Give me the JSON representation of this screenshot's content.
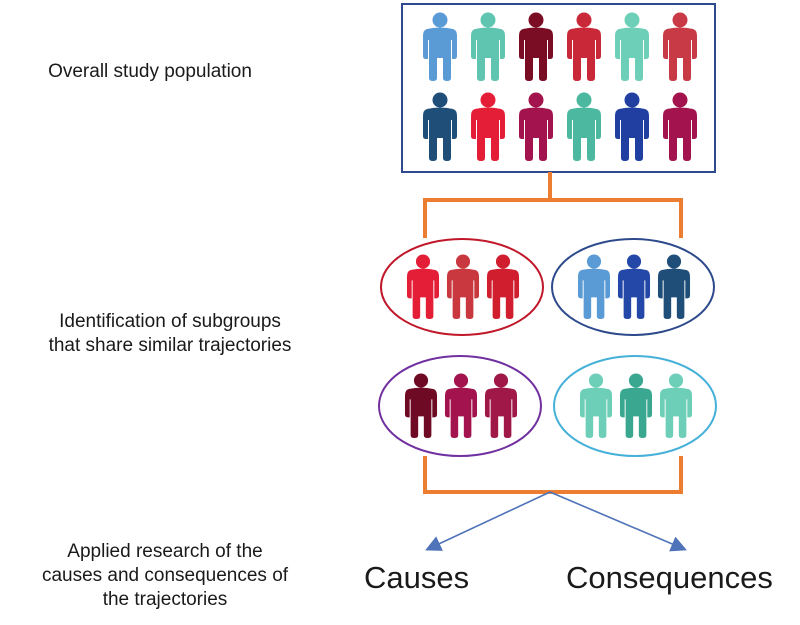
{
  "labels": {
    "population": "Overall study population",
    "subgroups_line1": "Identification of subgroups",
    "subgroups_line2": "that share similar trajectories",
    "applied_line1": "Applied research of the",
    "applied_line2": "causes and consequences of",
    "applied_line3": "the trajectories",
    "causes": "Causes",
    "consequences": "Consequences"
  },
  "colors": {
    "population_box_border": "#2e4a8c",
    "connector": "#ed7d31",
    "arrow": "#4f73b8",
    "group_red": "#c0182a",
    "group_blue": "#2e4a8c",
    "group_purple": "#7030a0",
    "group_teal": "#45b0d8"
  },
  "population": {
    "top_row": [
      "#5b9bd5",
      "#5fc4b0",
      "#7a0c24",
      "#c92838",
      "#6dcfb8",
      "#c83a45"
    ],
    "bottom_row": [
      "#1f4e79",
      "#e41e36",
      "#a3134e",
      "#4cb8a0",
      "#203fa0",
      "#a3134e"
    ]
  },
  "subgroups": [
    {
      "name": "red-group",
      "border": "#c0182a",
      "figures": [
        "#e41e36",
        "#c8383e",
        "#d01e2e"
      ]
    },
    {
      "name": "blue-group",
      "border": "#2e4a8c",
      "figures": [
        "#5b9bd5",
        "#2348a8",
        "#1f4e79"
      ]
    },
    {
      "name": "purple-group",
      "border": "#7030a0",
      "figures": [
        "#6e0a24",
        "#a3134e",
        "#a01848"
      ]
    },
    {
      "name": "teal-group",
      "border": "#45b0d8",
      "figures": [
        "#6dcfb8",
        "#3aa890",
        "#6dcfb8"
      ]
    }
  ]
}
